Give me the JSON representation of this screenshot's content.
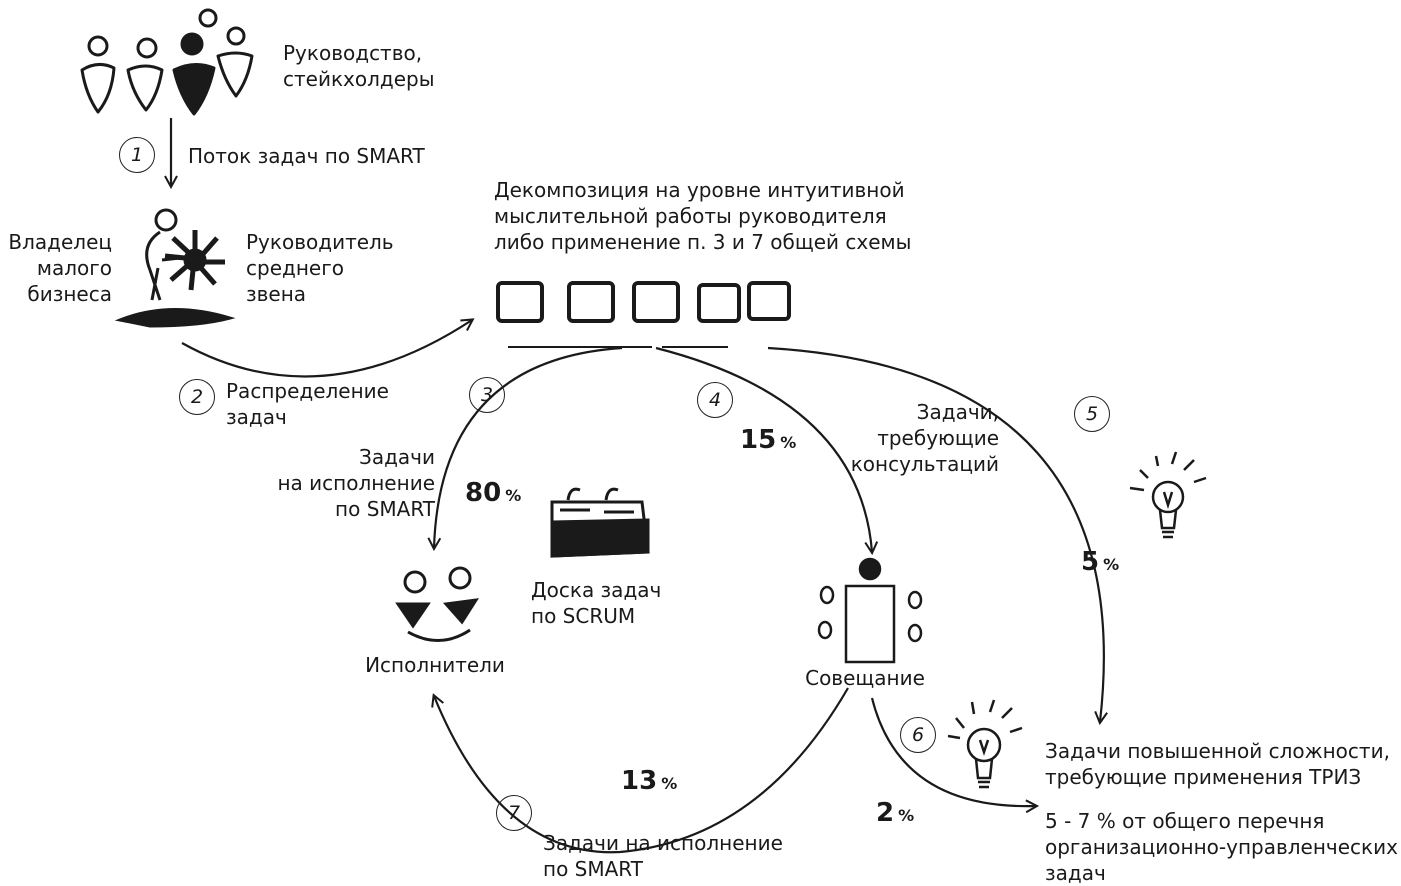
{
  "stakeholders_label": "Руководство,\nстейкхолдеры",
  "step1_label": "Поток задач по SMART",
  "owner_label": "Владелец\nмалого\nбизнеса",
  "middle_manager_label": "Руководитель\nсреднего\nзвена",
  "decomposition_label": "Декомпозиция на уровне интуитивной\nмыслительной работы руководителя\nлибо применение п. 3 и 7 общей схемы",
  "step2_label": "Распределение\nзадач",
  "step3_tasks_label": "Задачи\nна исполнение\nпо SMART",
  "step4_tasks_label": "Задачи,\nтребующие\nконсультаций",
  "board_label": "Доска задач\nпо SCRUM",
  "executors_label": "Исполнители",
  "meeting_label": "Совещание",
  "triz_tasks_label": "Задачи повышенной сложности,\nтребующие применения ТРИЗ",
  "triz_share_label": "5 - 7 % от общего перечня\nорганизационно-управленческих\nзадач",
  "step7_tasks_label": "Задачи на исполнение\nпо SMART",
  "percentages": {
    "p80": "80",
    "p15": "15",
    "p5": "5",
    "p13": "13",
    "p2": "2",
    "unit": "%"
  },
  "step_numbers": [
    "1",
    "2",
    "3",
    "4",
    "5",
    "6",
    "7"
  ]
}
